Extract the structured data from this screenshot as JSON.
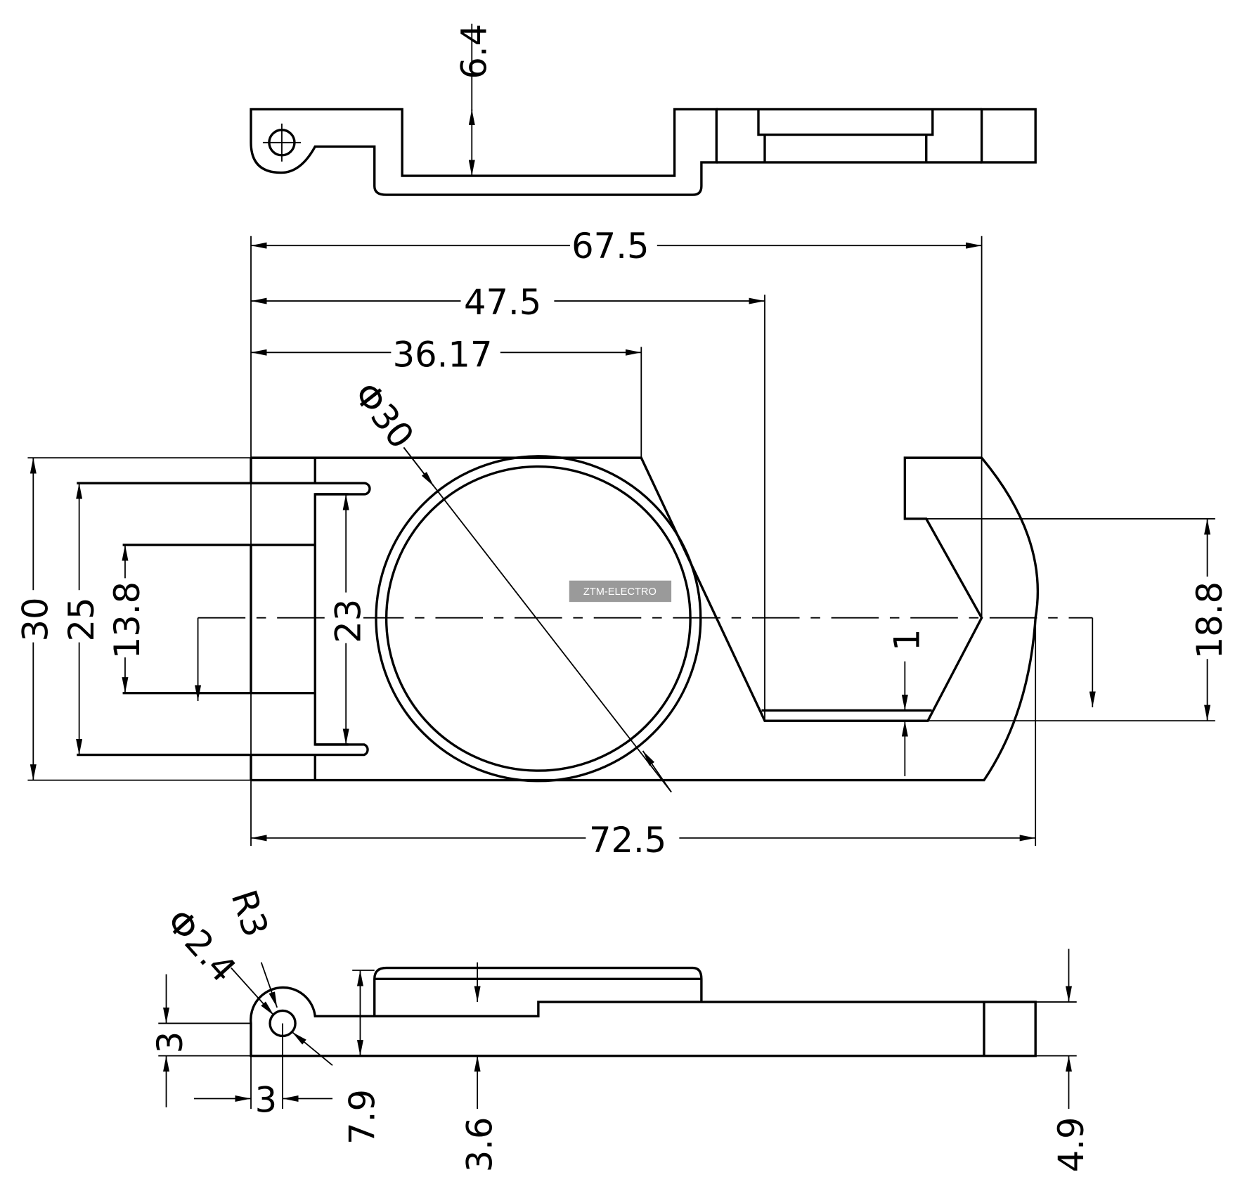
{
  "watermark": "ZTM-ELECTRO",
  "section_view": {
    "depth": "6.4"
  },
  "plan_view": {
    "overall_length_inner": "67.5",
    "length_to_channel": "47.5",
    "length_to_chamfer": "36.17",
    "circle_diameter": "Φ30",
    "overall_width": "30",
    "rail_width": "25",
    "slot_width": "13.8",
    "inner_width": "23",
    "hook_width": "18.8",
    "channel_gap": "1",
    "overall_length": "72.5"
  },
  "side_view": {
    "hinge_radius": "R3",
    "hole_diameter": "Φ2.4",
    "hinge_height": "3",
    "hinge_offset": "3",
    "total_height": "7.9",
    "pad_height": "3.6",
    "base_height": "4.9"
  }
}
